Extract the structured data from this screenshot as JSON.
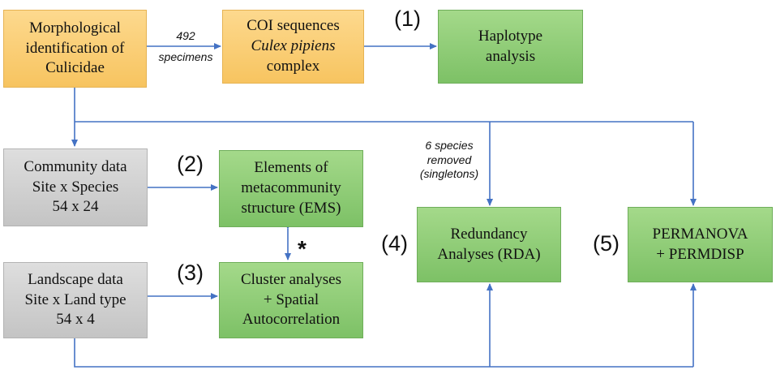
{
  "colors": {
    "arrow": "#4472c4",
    "orange": "#f9c96b",
    "green": "#8cce74",
    "grey": "#cfcfcf"
  },
  "boxes": {
    "morph": {
      "lines": [
        "Morphological",
        "identification of",
        "Culicidae"
      ]
    },
    "coi": {
      "line1": "COI sequences",
      "line2": "Culex pipiens",
      "line3": "complex"
    },
    "haplotype": {
      "lines": [
        "Haplotype",
        "analysis"
      ]
    },
    "community": {
      "lines": [
        "Community data",
        "Site x Species",
        "54 x 24"
      ]
    },
    "ems": {
      "lines": [
        "Elements of",
        "metacommunity",
        "structure (EMS)"
      ]
    },
    "landscape": {
      "lines": [
        "Landscape data",
        "Site x Land type",
        "54 x 4"
      ]
    },
    "cluster": {
      "lines": [
        "Cluster analyses",
        "+ Spatial",
        "Autocorrelation"
      ]
    },
    "rda": {
      "lines": [
        "Redundancy",
        "Analyses (RDA)"
      ]
    },
    "permanova": {
      "lines": [
        "PERMANOVA",
        "+ PERMDISP"
      ]
    }
  },
  "labels": {
    "n1": "(1)",
    "n2": "(2)",
    "n3": "(3)",
    "n4": "(4)",
    "n5": "(5)",
    "specimens_count": "492",
    "specimens_word": "specimens",
    "removed": [
      "6 species",
      "removed",
      "(singletons)"
    ],
    "asterisk": "*"
  }
}
